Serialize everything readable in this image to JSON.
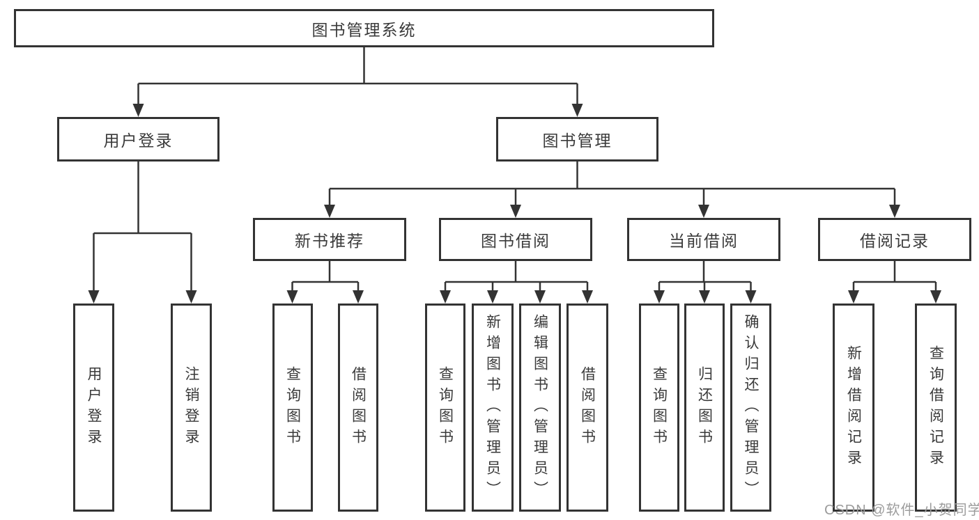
{
  "tree": {
    "label": "图书管理系统",
    "children": [
      {
        "label": "用户登录",
        "children": [
          {
            "label": "用户登录"
          },
          {
            "label": "注销登录"
          }
        ]
      },
      {
        "label": "图书管理",
        "children": [
          {
            "label": "新书推荐",
            "children": [
              {
                "label": "查询图书"
              },
              {
                "label": "借阅图书"
              }
            ]
          },
          {
            "label": "图书借阅",
            "children": [
              {
                "label": "查询图书"
              },
              {
                "label": "新增图书（管理员）"
              },
              {
                "label": "编辑图书（管理员）"
              },
              {
                "label": "借阅图书"
              }
            ]
          },
          {
            "label": "当前借阅",
            "children": [
              {
                "label": "查询图书"
              },
              {
                "label": "归还图书"
              },
              {
                "label": "确认归还（管理员）"
              }
            ]
          },
          {
            "label": "借阅记录",
            "children": [
              {
                "label": "新增借阅记录"
              },
              {
                "label": "查询借阅记录"
              }
            ]
          }
        ]
      }
    ]
  },
  "watermark": {
    "text": "CSDN @软件_小贺同学"
  },
  "colors": {
    "line": "#333333",
    "text": "#3a3a3a",
    "bg": "#ffffff",
    "watermark": "#9c9c9c"
  }
}
